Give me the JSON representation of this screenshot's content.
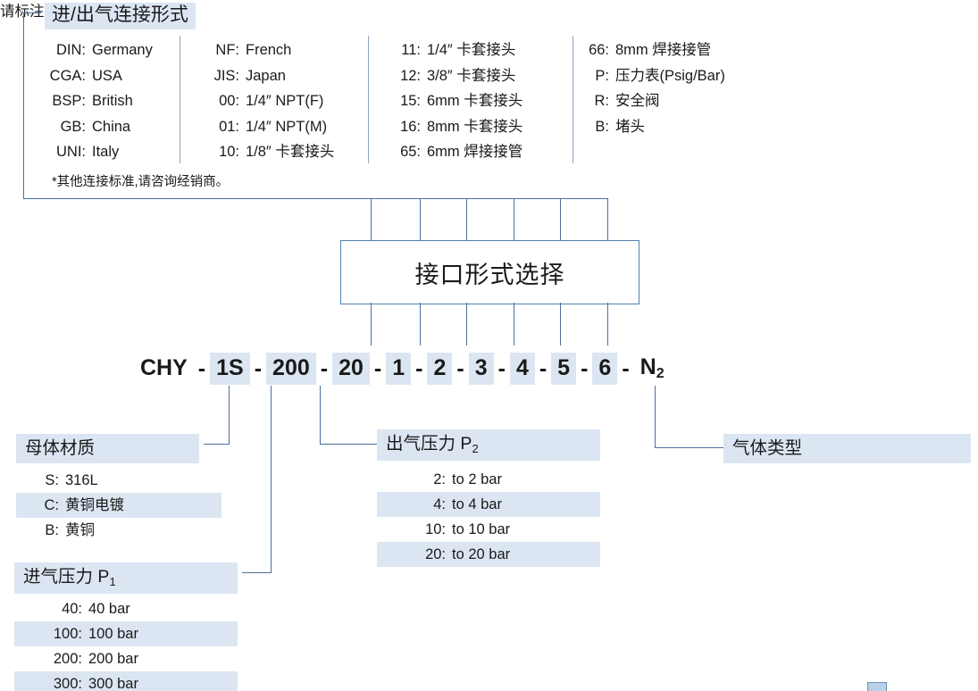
{
  "connection_panel": {
    "title": "进/出气连接形式",
    "note": "*其他连接标准,请咨询经销商。",
    "columns": [
      {
        "name": "standards-left",
        "rows": [
          {
            "key": "DIN:",
            "value": "Germany"
          },
          {
            "key": "CGA:",
            "value": "USA"
          },
          {
            "key": "BSP:",
            "value": "British"
          },
          {
            "key": "GB:",
            "value": "China"
          },
          {
            "key": "UNI:",
            "value": "Italy"
          }
        ]
      },
      {
        "name": "standards-mid",
        "rows": [
          {
            "key": "NF:",
            "value": "French"
          },
          {
            "key": "JIS:",
            "value": "Japan"
          },
          {
            "key": "00:",
            "value": "1/4″ NPT(F)"
          },
          {
            "key": "01:",
            "value": "1/4″ NPT(M)"
          },
          {
            "key": "10:",
            "value": "1/8″  卡套接头"
          }
        ]
      },
      {
        "name": "fittings",
        "rows": [
          {
            "key": "11:",
            "value": "1/4″  卡套接头"
          },
          {
            "key": "12:",
            "value": "3/8″  卡套接头"
          },
          {
            "key": "15:",
            "value": "6mm 卡套接头"
          },
          {
            "key": "16:",
            "value": "8mm 卡套接头"
          },
          {
            "key": "65:",
            "value": "6mm 焊接接管"
          }
        ]
      },
      {
        "name": "accessories",
        "rows": [
          {
            "key": "66:",
            "value": "8mm 焊接接管"
          },
          {
            "key": "P:",
            "value": "压力表(Psig/Bar)"
          },
          {
            "key": "R:",
            "value": "安全阀"
          },
          {
            "key": "B:",
            "value": "堵头"
          }
        ]
      }
    ]
  },
  "center_box": {
    "label": "接口形式选择"
  },
  "model_code": {
    "segments": [
      {
        "text": "CHY",
        "highlight": false
      },
      {
        "text": "-",
        "separator": true
      },
      {
        "text": "1S",
        "highlight": true
      },
      {
        "text": "-",
        "separator": true
      },
      {
        "text": "200",
        "highlight": true
      },
      {
        "text": "-",
        "separator": true
      },
      {
        "text": "20",
        "highlight": true
      },
      {
        "text": "-",
        "separator": true
      },
      {
        "text": "1",
        "highlight": true
      },
      {
        "text": "-",
        "separator": true
      },
      {
        "text": "2",
        "highlight": true
      },
      {
        "text": "-",
        "separator": true
      },
      {
        "text": "3",
        "highlight": true
      },
      {
        "text": "-",
        "separator": true
      },
      {
        "text": "4",
        "highlight": true
      },
      {
        "text": "-",
        "separator": true
      },
      {
        "text": "5",
        "highlight": true
      },
      {
        "text": "-",
        "separator": true
      },
      {
        "text": "6",
        "highlight": true
      },
      {
        "text": "-",
        "separator": true
      },
      {
        "text": "N",
        "sub": "2",
        "highlight": false
      }
    ],
    "full_text": "CHY - 1S -200- 20 - 1 - 2 - 3 - 4 - 5 - 6 - N2"
  },
  "material_group": {
    "title": "母体材质",
    "rows": [
      {
        "key": "S:",
        "value": "316L",
        "highlight": false
      },
      {
        "key": "C:",
        "value": "黄铜电镀",
        "highlight": true
      },
      {
        "key": "B:",
        "value": "黄铜",
        "highlight": false
      }
    ]
  },
  "inlet_pressure_group": {
    "title": "进气压力 P",
    "title_sub": "1",
    "rows": [
      {
        "key": "40:",
        "value": "40 bar",
        "highlight": false
      },
      {
        "key": "100:",
        "value": "100 bar",
        "highlight": true
      },
      {
        "key": "200:",
        "value": "200 bar",
        "highlight": false
      },
      {
        "key": "300:",
        "value": "300 bar",
        "highlight": true
      }
    ]
  },
  "outlet_pressure_group": {
    "title": "出气压力 P",
    "title_sub": "2",
    "rows": [
      {
        "key": "2:",
        "value": "to 2 bar",
        "highlight": false
      },
      {
        "key": "4:",
        "value": "to 4 bar",
        "highlight": true
      },
      {
        "key": "10:",
        "value": "to 10 bar",
        "highlight": false
      },
      {
        "key": "20:",
        "value": "to 20 bar",
        "highlight": true
      }
    ]
  },
  "gas_type_group": {
    "title": "气体类型",
    "note": "请标注使用气体类型"
  },
  "colors": {
    "highlight": "#dce6f2",
    "line": "#4a6f9c",
    "divider": "#8fa6bd",
    "box_border": "#5580ac",
    "text": "#1a1a1a"
  }
}
